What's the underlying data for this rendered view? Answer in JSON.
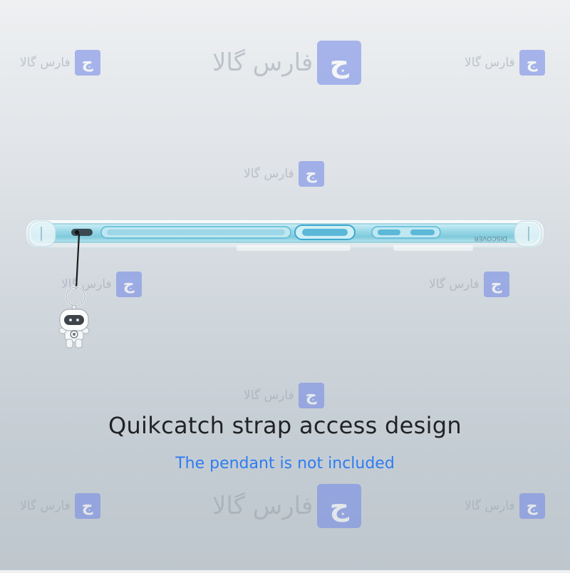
{
  "watermark": {
    "text": "فارس گالا",
    "badge_glyph": "ج",
    "badge_color": "#6f86e8"
  },
  "product": {
    "case_label": "DISCOVER",
    "case_color": "#8fd3e3",
    "button_color": "#5bb8d8"
  },
  "headline": "Quikcatch strap access design",
  "subline": "The pendant is not included",
  "colors": {
    "headline": "#1f2226",
    "subline": "#2f7cf0"
  }
}
